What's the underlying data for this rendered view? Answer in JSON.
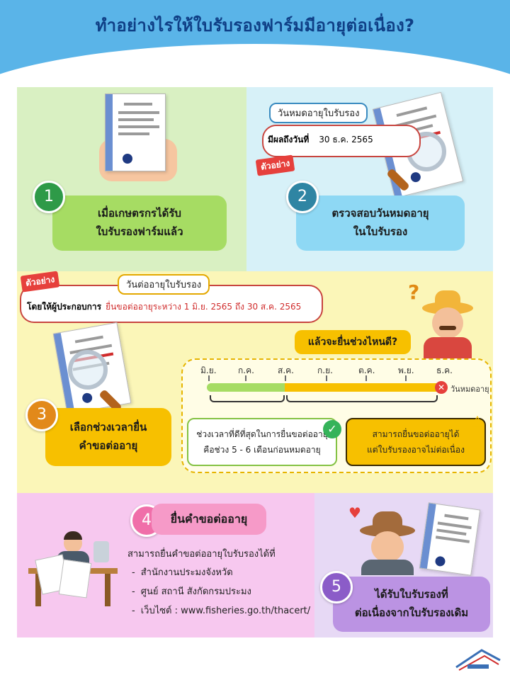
{
  "title": "ทำอย่างไรให้ใบรับรองฟาร์มมีอายุต่อเนื่อง?",
  "colors": {
    "title": "#0f3f86",
    "header_band": "#5ab4e8",
    "step1": "#2e9a48",
    "step2": "#2f85a3",
    "step3": "#e2891a",
    "step4": "#f06fa9",
    "step5": "#8b5cc8",
    "example_tag": "#e6403c"
  },
  "steps": [
    {
      "number": "1",
      "line1": "เมื่อเกษตรกรได้รับ",
      "line2": "ใบรับรองฟาร์มแล้ว"
    },
    {
      "number": "2",
      "line1": "ตรวจสอบวันหมดอายุ",
      "line2": "ในใบรับรอง"
    },
    {
      "number": "3",
      "line1": "เลือกช่วงเวลายื่น",
      "line2": "คำขอต่ออายุ"
    },
    {
      "number": "4",
      "line1": "ยื่นคำขอต่ออายุ"
    },
    {
      "number": "5",
      "line1": "ได้รับใบรับรองที่",
      "line2": "ต่อเนื่องจากใบรับรองเดิม"
    }
  ],
  "step2_bubble": {
    "title": "วันหมดอายุใบรับรอง",
    "label": "มีผลถึงวันที่",
    "value": "30 ธ.ค. 2565",
    "tag": "ตัวอย่าง"
  },
  "step3_bubble": {
    "title": "วันต่ออายุใบรับรอง",
    "label": "โดยให้ผู้ประกอบการ",
    "value": "ยื่นขอต่ออายุระหว่าง 1 มิ.ย. 2565 ถึง 30 ส.ค. 2565",
    "tag": "ตัวอย่าง"
  },
  "question": "แล้วจะยื่นช่วงไหนดี?",
  "timeline": {
    "months": [
      "มิ.ย.",
      "ก.ค.",
      "ส.ค.",
      "ก.ย.",
      "ต.ค.",
      "พ.ย.",
      "ธ.ค."
    ],
    "expiry_label": "วันหมดอายุ",
    "best": {
      "line1": "ช่วงเวลาที่ดีที่สุดในการยื่นขอต่ออายุ",
      "line2": "คือช่วง 5 - 6 เดือนก่อนหมดอายุ"
    },
    "late": {
      "line1": "สามารถยื่นขอต่ออายุได้",
      "line2": "แต่ใบรับรองอาจไม่ต่อเนื่อง"
    }
  },
  "step4_info": {
    "description": "สามารถยื่นคำขอต่ออายุใบรับรองได้ที่",
    "places": [
      "สำนักงานประมงจังหวัด",
      "ศูนย์ สถานี สังกัดกรมประมง",
      "เว็บไซต์ : www.fisheries.go.th/thacert/"
    ]
  }
}
